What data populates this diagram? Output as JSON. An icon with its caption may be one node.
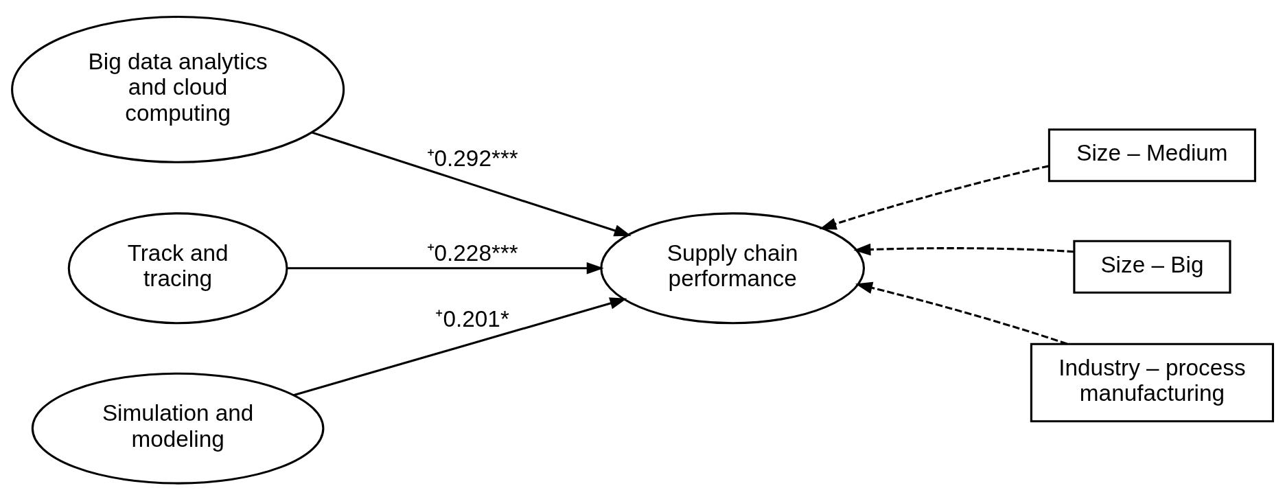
{
  "diagram": {
    "nodes": [
      {
        "text": [
          "Big data analytics and cloud computing"
        ]
      },
      {
        "text": [
          "Track and tracing"
        ]
      },
      {
        "text": [
          "Simulation and modeling"
        ]
      },
      {
        "text": [
          "Supply chain performance"
        ]
      },
      {
        "text": [
          "Size – Medium"
        ]
      },
      {
        "text": [
          "Size – Big"
        ]
      },
      {
        "text": [
          "Industry – process manufacturing"
        ]
      }
    ],
    "edges": [
      {
        "from": 0,
        "to": 3,
        "arrow": "to",
        "label": "⁺0.292***"
      },
      {
        "from": 1,
        "to": 3,
        "arrow": "to",
        "label": "⁺0.228***"
      },
      {
        "from": 2,
        "to": 3,
        "arrow": "to",
        "label": "⁺0.201*"
      },
      {
        "from": 4,
        "to": 3,
        "arrow": "to",
        "style": "dashed"
      },
      {
        "from": 5,
        "to": 3,
        "arrow": "to",
        "style": "dashed"
      },
      {
        "from": 6,
        "to": 3,
        "arrow": "to",
        "style": "dashed"
      }
    ]
  }
}
